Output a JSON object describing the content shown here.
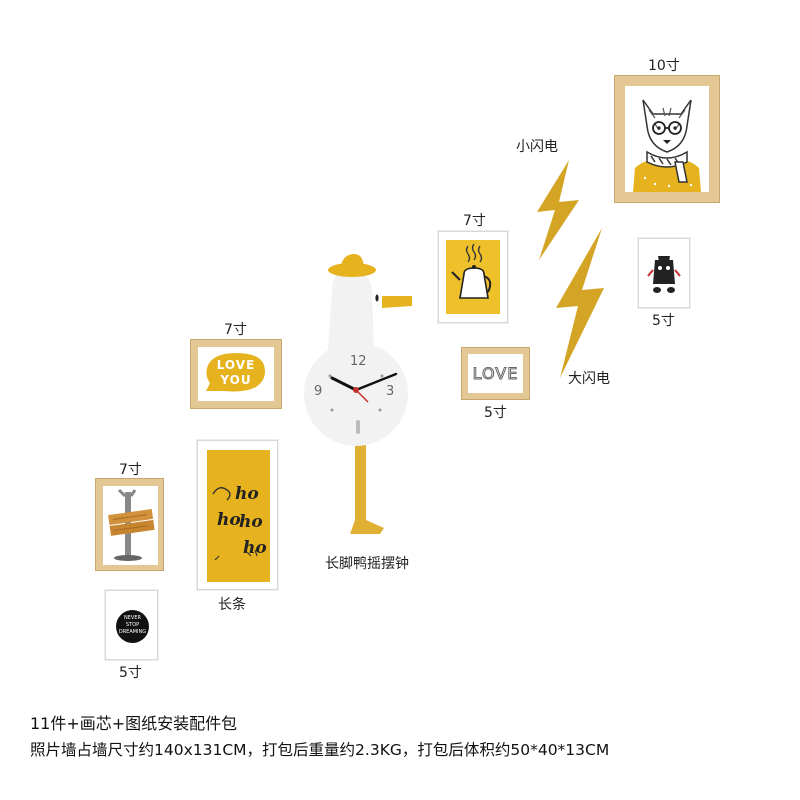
{
  "labels": {
    "wolf_size": "10寸",
    "small_lightning": "小闪电",
    "kettle_size": "7寸",
    "bear_size": "5寸",
    "love_small_size": "5寸",
    "big_lightning": "大闪电",
    "loveyou_size": "7寸",
    "sign_size": "7寸",
    "hoho_label": "长条",
    "clock_label": "长脚鸭摇摆钟",
    "dream_size": "5寸"
  },
  "art_text": {
    "love_you_1": "LOVE",
    "love_you_2": "YOU",
    "love": "LOVE",
    "hoho_1": "ho",
    "hoho_2": "ho",
    "hoho_3": "ho",
    "hoho_4": "ho",
    "dream_1": "NEVER",
    "dream_2": "STOP",
    "dream_3": "DREAMING",
    "clock_12": "12",
    "clock_3": "3",
    "clock_9": "9"
  },
  "footer": {
    "line1": "11件+画芯+图纸安装配件包",
    "line2": "照片墙占墙尺寸约140x131CM，打包后重量约2.3KG，打包后体积约50*40*13CM"
  },
  "colors": {
    "wood": "#e3c795",
    "mustard": "#e6b31e",
    "lightning": "#d4a424"
  }
}
